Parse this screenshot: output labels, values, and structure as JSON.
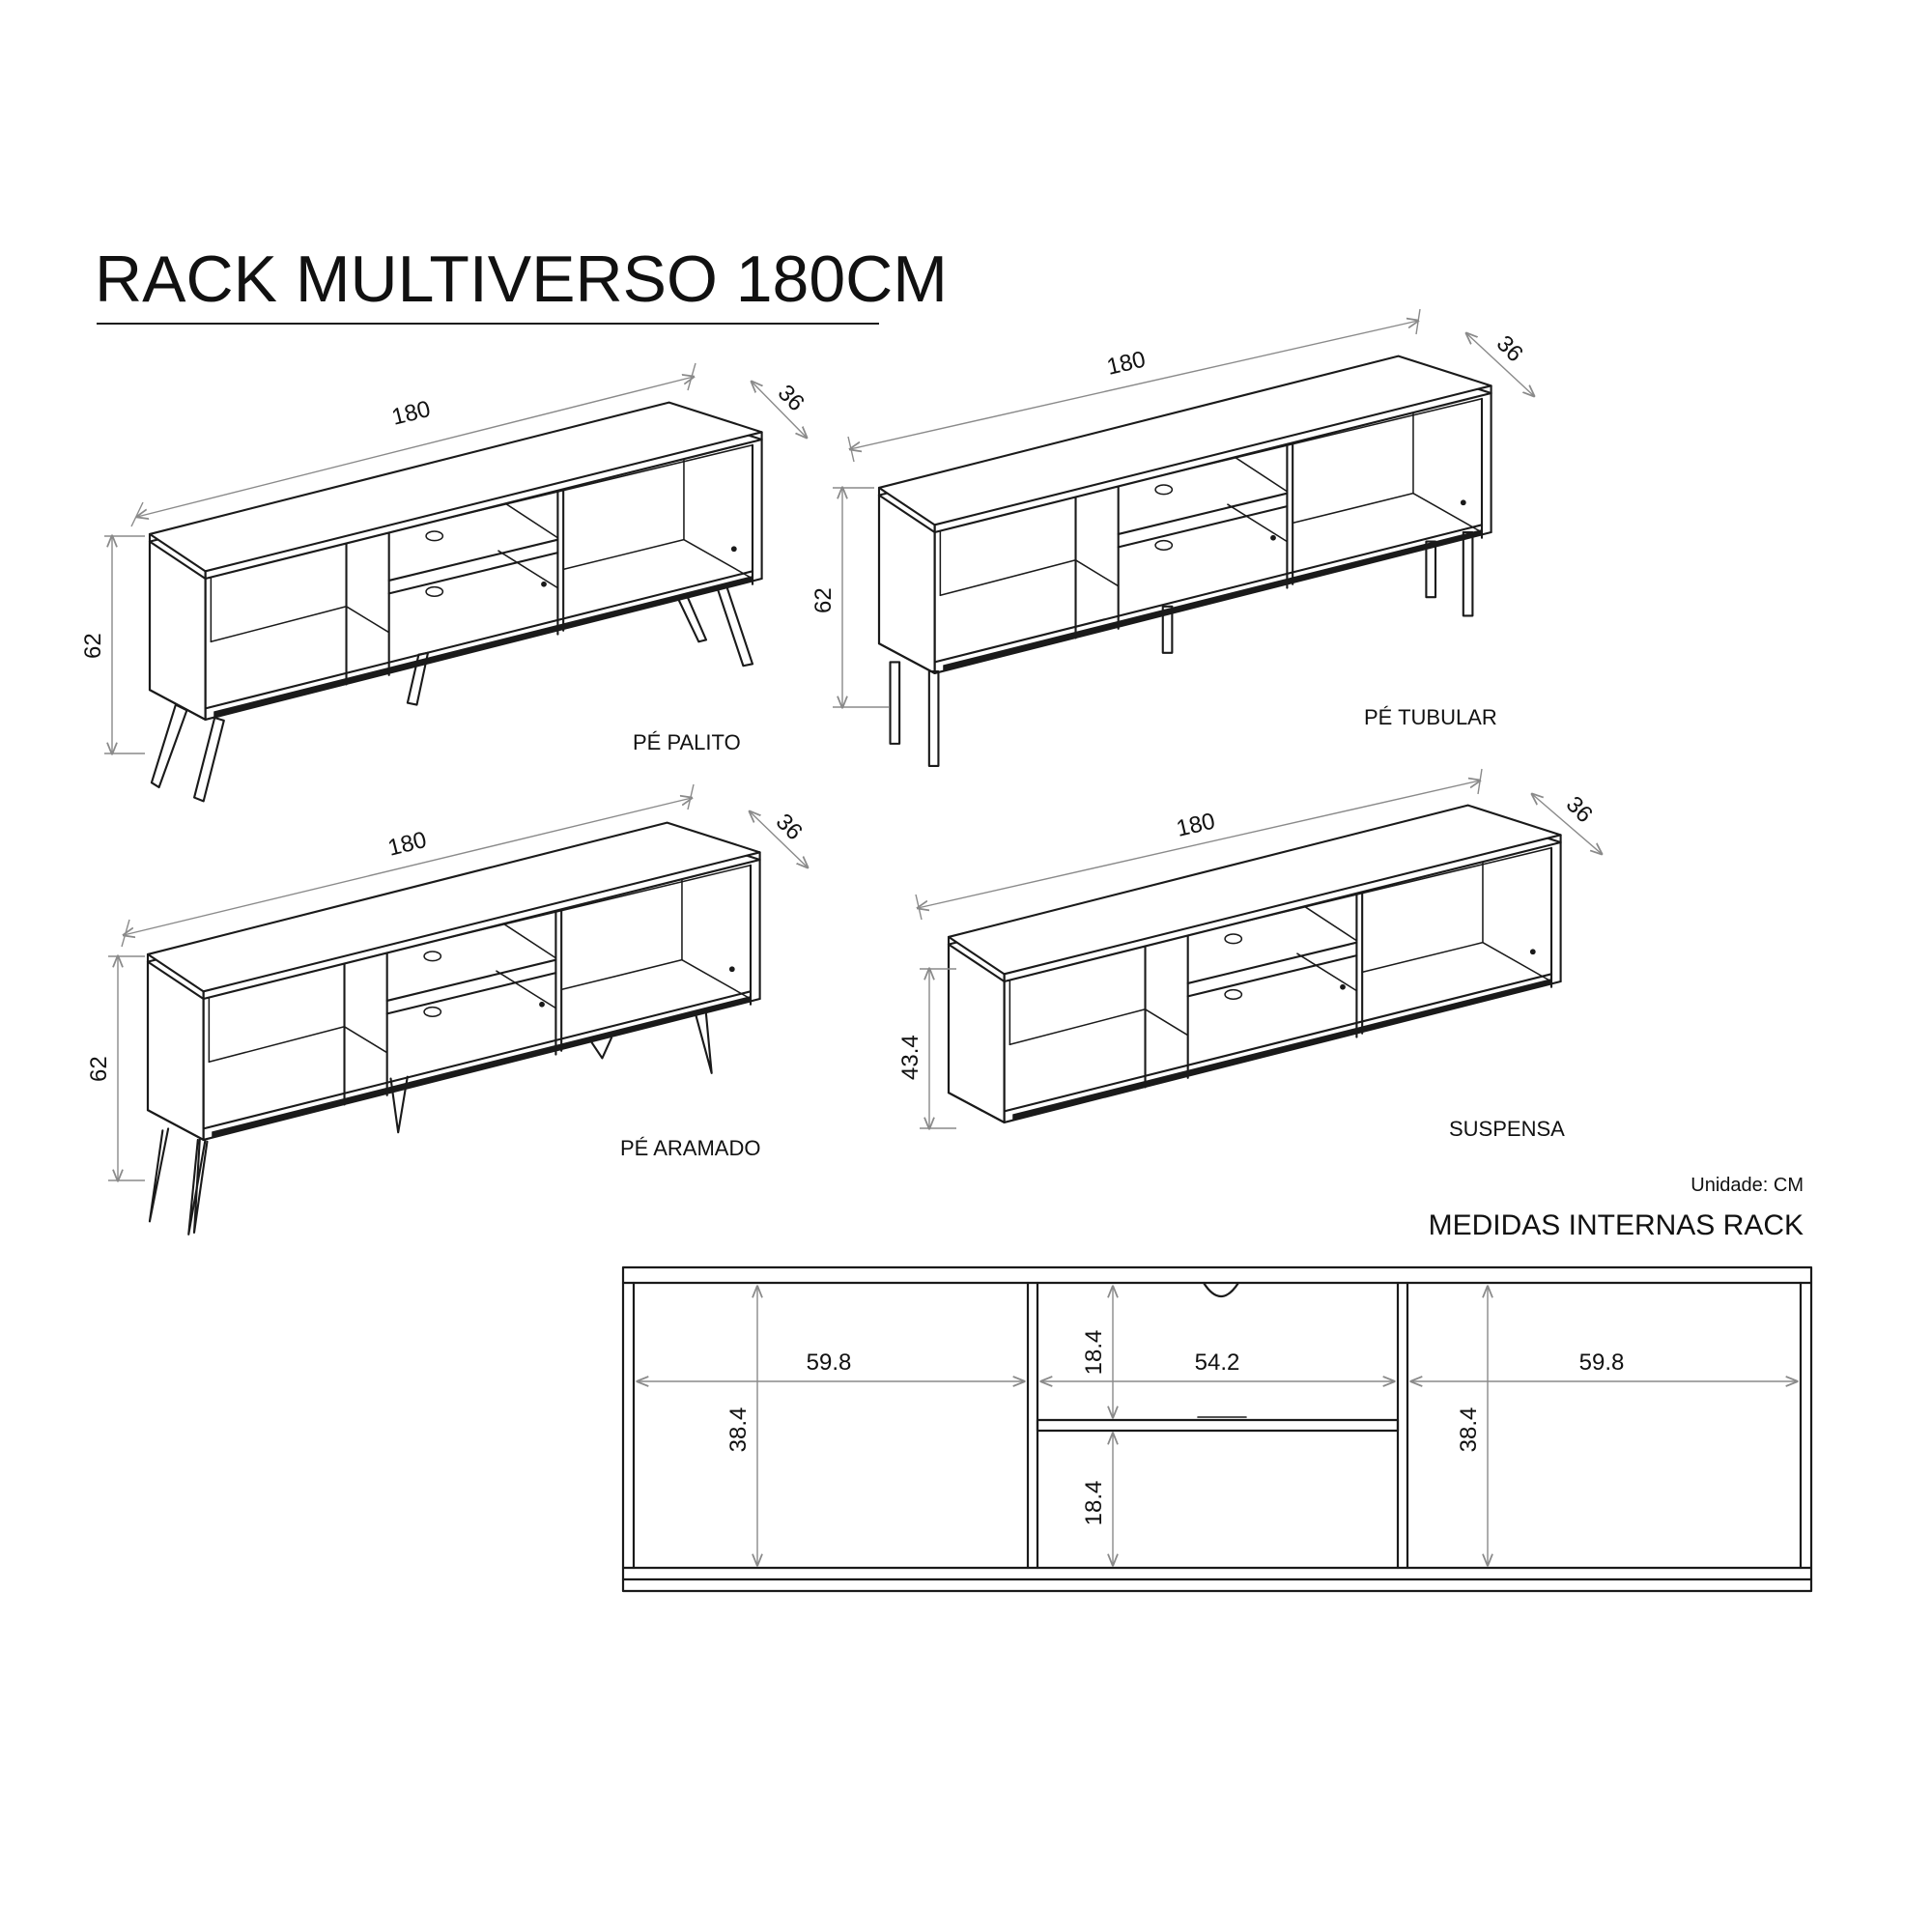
{
  "title": "RACK MULTIVERSO 180CM",
  "variants": [
    {
      "label": "PÉ PALITO",
      "width": "180",
      "depth": "36",
      "height": "62"
    },
    {
      "label": "PÉ TUBULAR",
      "width": "180",
      "depth": "36",
      "height": "62"
    },
    {
      "label": "PÉ ARAMADO",
      "width": "180",
      "depth": "36",
      "height": "62"
    },
    {
      "label": "SUSPENSA",
      "width": "180",
      "depth": "36",
      "height": "43.4"
    }
  ],
  "unit_note": "Unidade: CM",
  "internal": {
    "title": "MEDIDAS INTERNAS RACK",
    "left_width": "59.8",
    "left_height": "38.4",
    "center_width": "54.2",
    "center_upper_height": "18.4",
    "center_lower_height": "18.4",
    "right_width": "59.8",
    "right_height": "38.4"
  }
}
